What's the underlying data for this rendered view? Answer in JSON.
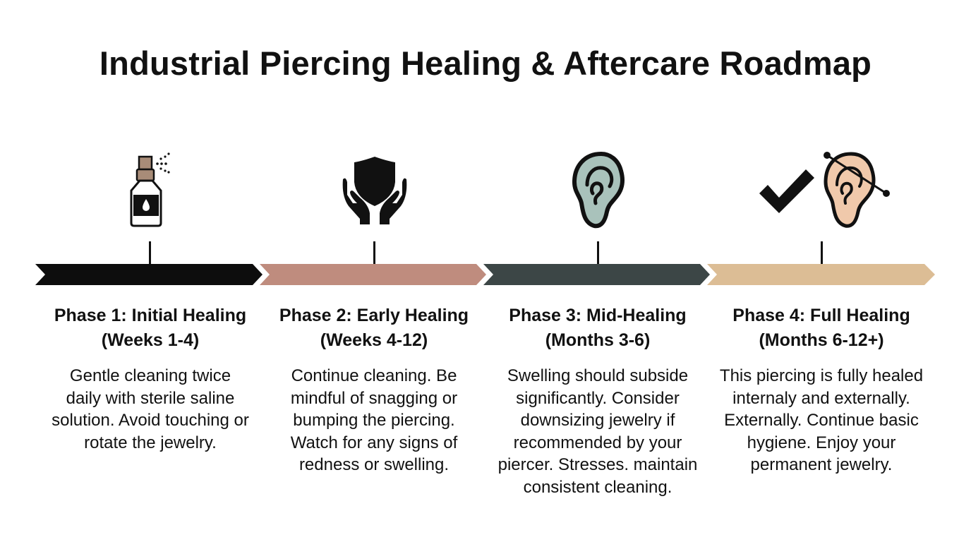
{
  "title": "Industrial Piercing Healing & Aftercare Roadmap",
  "colors": {
    "phase1": "#0d0d0d",
    "phase2": "#bf8c7e",
    "phase3": "#3c4646",
    "phase4": "#dcbd95",
    "ear_gray": "#a9c2bb",
    "ear_skin": "#f0c9ab"
  },
  "phases": [
    {
      "title": "Phase 1: Initial Healing",
      "duration": "(Weeks 1-4)",
      "description": "Gentle cleaning twice daily with sterile saline solution. Avoid touching or rotate the jewelry.",
      "icon": "saline-spray-bottle-icon"
    },
    {
      "title": "Phase 2: Early Healing",
      "duration": "(Weeks 4-12)",
      "description": "Continue cleaning. Be mindful of snagging or bumping the piercing. Watch for any signs of redness or swelling.",
      "icon": "hands-shield-icon"
    },
    {
      "title": "Phase 3: Mid-Healing",
      "duration": "(Months 3-6)",
      "description": "Swelling should subside significantly. Consider downsizing jewelry if recommended by your piercer. Stresses. maintain consistent cleaning.",
      "icon": "ear-icon"
    },
    {
      "title": "Phase 4: Full Healing",
      "duration": "(Months 6-12+)",
      "description": "This piercing is fully healed internaly and externally. Externally. Continue basic hygiene. Enjoy your permanent jewelry.",
      "icon": "checkmark-pierced-ear-icon"
    }
  ]
}
